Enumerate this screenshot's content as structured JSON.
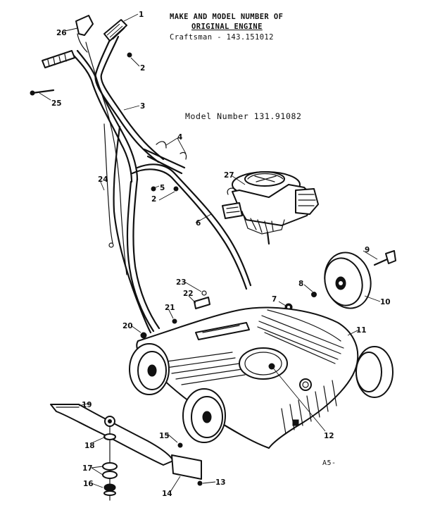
{
  "header": {
    "line1": "MAKE AND MODEL NUMBER OF",
    "line2": "ORIGINAL ENGINE",
    "line3": "Craftsman - 143.151012"
  },
  "model_label": "Model Number 131.91082",
  "page_code": "A5-",
  "callouts": [
    "1",
    "2",
    "3",
    "4",
    "5",
    "2",
    "6",
    "24",
    "25",
    "26",
    "27",
    "9",
    "8",
    "7",
    "10",
    "23",
    "22",
    "21",
    "20",
    "11",
    "12",
    "19",
    "18",
    "15",
    "17",
    "16",
    "14",
    "13"
  ]
}
